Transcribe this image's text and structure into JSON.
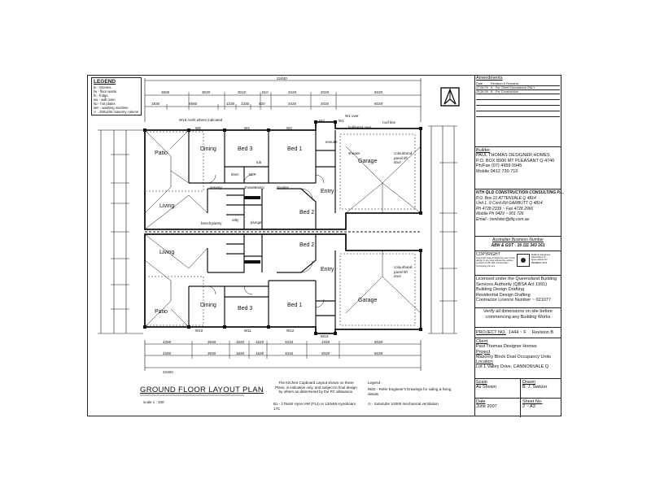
{
  "legend": {
    "title": "LEGEND",
    "items": [
      "br - brooms",
      "fw - floor waste",
      "fri - fridge",
      "wo - wall oven",
      "hp - hot plates",
      "wm - washing machine",
      "⊙ - 200x200 masonry column"
    ]
  },
  "plan": {
    "overall_top": "22400",
    "overall_bottom": "22400",
    "top_dims": [
      "3600",
      "3040",
      "3010",
      "810",
      "3420",
      "2020",
      "6020"
    ],
    "top_dims2": [
      "1830",
      "4650",
      "1230",
      "1330",
      "820",
      "3420",
      "2020",
      "6020"
    ],
    "bottom_dims": [
      "4250",
      "3630",
      "1820",
      "1520",
      "3410",
      "1320",
      "6020"
    ],
    "bottom_dims2": [
      "4250",
      "3630",
      "1820",
      "1520",
      "3410",
      "2020",
      "6020"
    ],
    "windows_top": [
      "W5",
      "W4",
      "W3",
      "W2",
      "W1"
    ],
    "windows_bottom": [
      "W10",
      "W11",
      "W12",
      "W13"
    ],
    "notes_top": [
      "W16 roofs where indicated",
      "W1 over",
      "bulkhead over",
      "roof line"
    ],
    "rooms_upper": {
      "patio": "Patio",
      "dining": "Dining",
      "bed3": "Bed 3",
      "bed1": "Bed 1",
      "garage": "Garage",
      "living": "Living",
      "bed2": "Bed 2",
      "entry": "Entry",
      "linen": "linen",
      "wir": "WIR",
      "tub": "tub",
      "vanity": "vanity",
      "shower": "shower",
      "dropins": "dropins",
      "servery": "servery",
      "bench": "bench",
      "pantry": "pantry",
      "plunge": "plunge",
      "utility": "utlty",
      "ensuite": "ensuite",
      "garage_note": "colourbond panel lift door"
    },
    "rooms_lower": {
      "patio": "Patio",
      "dining": "Dining",
      "bed3": "Bed 3",
      "bed1": "Bed 1",
      "garage": "Garage",
      "living": "Living",
      "bed2": "Bed 2",
      "entry": "Entry",
      "garage_note": "colourbond panel lift door"
    }
  },
  "title": {
    "main": "GROUND FLOOR LAYOUT PLAN",
    "scale": "scale 1 : 100"
  },
  "notes": {
    "kitchen": "The Kitchen Cupboard Layout shown on these Plans, is indicative only, and subject to final design by others as determined by the PC allowance.",
    "lintel": "B1 - 175x50 Hyne HW (F14) or 120x65 Hyneboam 17C"
  },
  "legend2": {
    "title": "Legend -",
    "red": "RED - Refer Engineer's Drawings for siding & fixing details",
    "solartube": "⊙ - Solartube V2000 mechanical ventilation"
  },
  "titleblock": {
    "amendments_title": "Amendments",
    "amend_header": [
      "Date",
      "Revision & Remarks"
    ],
    "amend_rows": [
      [
        "17.06.09",
        "A - For Client Discussions ONLY"
      ],
      [
        "20.06.09",
        "B - For Construction"
      ]
    ],
    "builder_hd": "Builder",
    "builder_lines": [
      "PAUL THOMAS DESIGNER HOMES",
      "P.O. BOX 8906 MT PLEASANT Q 4740",
      "Ph/Fax (07) 4959 0945",
      "Mobile 0412 730 710"
    ],
    "consultant_lines": [
      "NTH QLD CONSTRUCTION CONSULTING P.L.",
      "P.O. Box 21 ATTENVALE Q 4814",
      "Unit 1, 9 Cord Rd GARBUTT Q 4814",
      "Ph 4728 2339 ~ Fax 4728 2966",
      "Mobile Ph 0429 ~ 001 726",
      "Email - hnnlister@dlq.com.au"
    ],
    "abn_lines": [
      "Australian Business Number",
      "ABN & GST - 16 111 343 161"
    ],
    "copyright": "COPYRIGHT",
    "copyright_text": "Copyright Laws Prohibit the use of this design in any way without the written consent of Nth Qld Construction Consulting Pty Ltd",
    "member_text": "Building Designers Association of Queensland Inc. MEMBER 2006",
    "license_lines": [
      "Licensed under the Queensland Building",
      "Services Authority (QBSA Act 1991)",
      "Building Design Drafting",
      "Residential Design Drafting",
      "Contractor Licence Number ~ 021077"
    ],
    "verify_lines": [
      "Verify all dimensions on site before",
      "commencing any Building Works"
    ],
    "project_no_label": "PROJECT NO.",
    "project_no": "1444 ~ F",
    "revision": "Revision B",
    "client_hd": "Client",
    "client": "Paul Thomas Designer Homes",
    "project_hd": "Project",
    "project": "Masonry Block Dual Occupancy Units",
    "location_hd": "Location",
    "location": "Lot 1 Valley Drive, CANNONVALE Q",
    "scale_hd": "Scale",
    "scale": "As Shown",
    "drawn_hd": "Drawn",
    "drawn": "B. J. Switzer",
    "date_hd": "Date",
    "date": "June 2007",
    "sheet_hd": "Sheet No.",
    "sheet": "2 ~ A3"
  }
}
